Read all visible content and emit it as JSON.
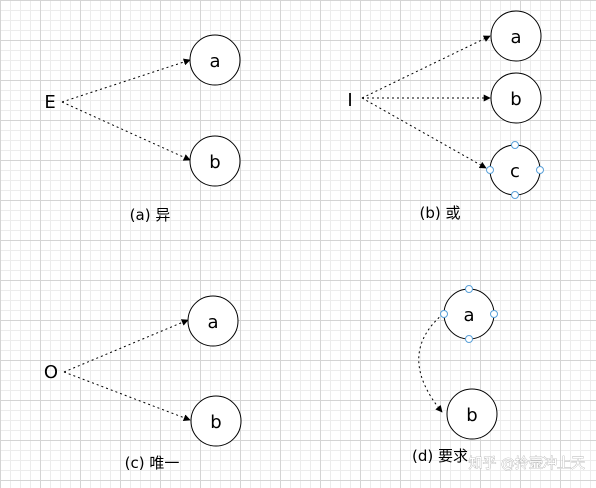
{
  "panels": {
    "a": {
      "source": "E",
      "targets": [
        "a",
        "b"
      ],
      "caption": "(a) 异"
    },
    "b": {
      "source": "I",
      "targets": [
        "a",
        "b",
        "c"
      ],
      "caption": "(b) 或"
    },
    "c": {
      "source": "O",
      "targets": [
        "a",
        "b"
      ],
      "caption": "(c) 唯一"
    },
    "d": {
      "targets": [
        "a",
        "b"
      ],
      "caption": "(d) 要求"
    }
  },
  "watermark": "知乎 @拎壶冲上天"
}
